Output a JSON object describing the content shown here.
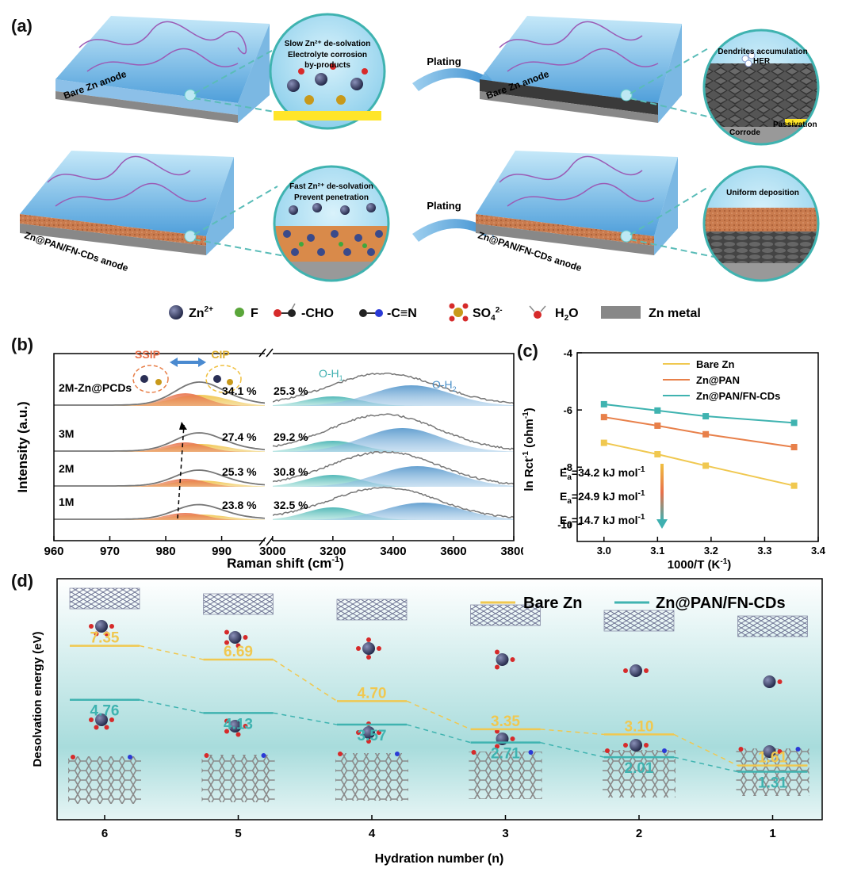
{
  "panel_labels": {
    "a": "(a)",
    "b": "(b)",
    "c": "(c)",
    "d": "(d)"
  },
  "panel_a": {
    "top_left_anode": "Bare Zn anode",
    "top_circle_line1": "Slow Zn²⁺ de-solvation",
    "top_circle_line2": "Electrolyte corrosion",
    "top_circle_line3": "by-products",
    "plating_top": "Plating",
    "top_right_anode": "Bare Zn anode",
    "top_right_circle_title": "Dendrites accumulation",
    "top_right_circle_her": "HER",
    "top_right_circle_corrode": "Corrode",
    "top_right_circle_passivation": "Passivation",
    "bottom_left_anode": "Zn@PAN/FN-CDs anode",
    "bottom_circle_line1": "Fast Zn²⁺ de-solvation",
    "bottom_circle_line2": "Prevent penetration",
    "plating_bottom": "Plating",
    "bottom_right_anode": "Zn@PAN/FN-CDs anode",
    "bottom_right_circle_title": "Uniform deposition"
  },
  "legend_a": {
    "zn": "Zn",
    "zn_sup": "2+",
    "f": "F",
    "cho": "-CHO",
    "cn": "-C≡N",
    "so4": "SO",
    "so4_sub": "4",
    "so4_sup": "2-",
    "h2o": "H",
    "h2o_sub": "2",
    "h2o_tail": "O",
    "metal": "Zn metal"
  },
  "colors": {
    "bare": "#f0c850",
    "pan": "#e8804a",
    "pcds": "#3fb3b0",
    "fit_orange": "#e8704a",
    "fit_yellow": "#f0c040",
    "fit_teal": "#3fb0b0",
    "fit_blue": "#4a90c8"
  },
  "chart_data": [
    {
      "type": "area",
      "panel": "b",
      "xlabel": "Raman shift (cm",
      "xlabel_sup": "-1",
      "xlabel_tail": ")",
      "ylabel": "Intensity (a.u.)",
      "xlim_left": [
        960,
        998
      ],
      "xlim_right": [
        2990,
        3800
      ],
      "xticks_left": [
        960,
        970,
        980,
        990
      ],
      "xticks_right": [
        3000,
        3200,
        3400,
        3600,
        3800
      ],
      "annotations": {
        "ssip": "SSIP",
        "cip": "CIP",
        "oh1": "O-H",
        "oh1_sub": "1",
        "oh2": "O-H",
        "oh2_sub": "2"
      },
      "series": [
        {
          "name": "2M-Zn@PCDs",
          "cip_pct": "34.1 %",
          "oh1_pct": "25.3 %"
        },
        {
          "name": "3M",
          "cip_pct": "27.4 %",
          "oh1_pct": "29.2 %"
        },
        {
          "name": "2M",
          "cip_pct": "25.3 %",
          "oh1_pct": "30.8 %"
        },
        {
          "name": "1M",
          "cip_pct": "23.8 %",
          "oh1_pct": "32.5 %"
        }
      ]
    },
    {
      "type": "line",
      "panel": "c",
      "xlabel": "1000/T (K",
      "xlabel_sup": "-1",
      "xlabel_tail": ")",
      "ylabel": "ln Rct",
      "ylabel_sup": "-1",
      "ylabel_tail": " (ohm",
      "ylabel_tail_sup": "-1",
      "ylabel_end": ")",
      "xlim": [
        2.95,
        3.4
      ],
      "ylim": [
        -10.6,
        -4
      ],
      "xticks": [
        "3.0",
        "3.1",
        "3.2",
        "3.3",
        "3.4"
      ],
      "yticks": [
        "-4",
        "-6",
        "-8",
        "-10"
      ],
      "series": [
        {
          "name": "Bare Zn",
          "x": [
            3.0,
            3.1,
            3.19,
            3.355
          ],
          "y": [
            -7.15,
            -7.55,
            -7.95,
            -8.65
          ]
        },
        {
          "name": "Zn@PAN",
          "x": [
            3.0,
            3.1,
            3.19,
            3.355
          ],
          "y": [
            -6.25,
            -6.55,
            -6.85,
            -7.3
          ]
        },
        {
          "name": "Zn@PAN/FN-CDs",
          "x": [
            3.0,
            3.1,
            3.19,
            3.355
          ],
          "y": [
            -5.8,
            -6.02,
            -6.22,
            -6.45
          ]
        }
      ],
      "ea": [
        {
          "prefix": "E",
          "sub": "a",
          "text": "=34.2 kJ mol",
          "sup": "-1"
        },
        {
          "prefix": "E",
          "sub": "a",
          "text": "=24.9 kJ mol",
          "sup": "-1"
        },
        {
          "prefix": "E",
          "sub": "a",
          "text": "=14.7 kJ mol",
          "sup": "-1"
        }
      ]
    },
    {
      "type": "line",
      "panel": "d",
      "xlabel": "Hydration number (n)",
      "ylabel": "Desolvation energy (eV)",
      "categories": [
        "6",
        "5",
        "4",
        "3",
        "2",
        "1"
      ],
      "series": [
        {
          "name": "Bare Zn",
          "values": [
            7.35,
            6.69,
            4.7,
            3.35,
            3.1,
            1.61
          ],
          "labels": [
            "7.35",
            "6.69",
            "4.70",
            "3.35",
            "3.10",
            "1.61"
          ]
        },
        {
          "name": "Zn@PAN/FN-CDs",
          "values": [
            4.76,
            4.13,
            3.57,
            2.71,
            2.01,
            1.31
          ],
          "labels": [
            "4.76",
            "4.13",
            "3.57",
            "2.71",
            "2.01",
            "1.31"
          ]
        }
      ]
    }
  ]
}
